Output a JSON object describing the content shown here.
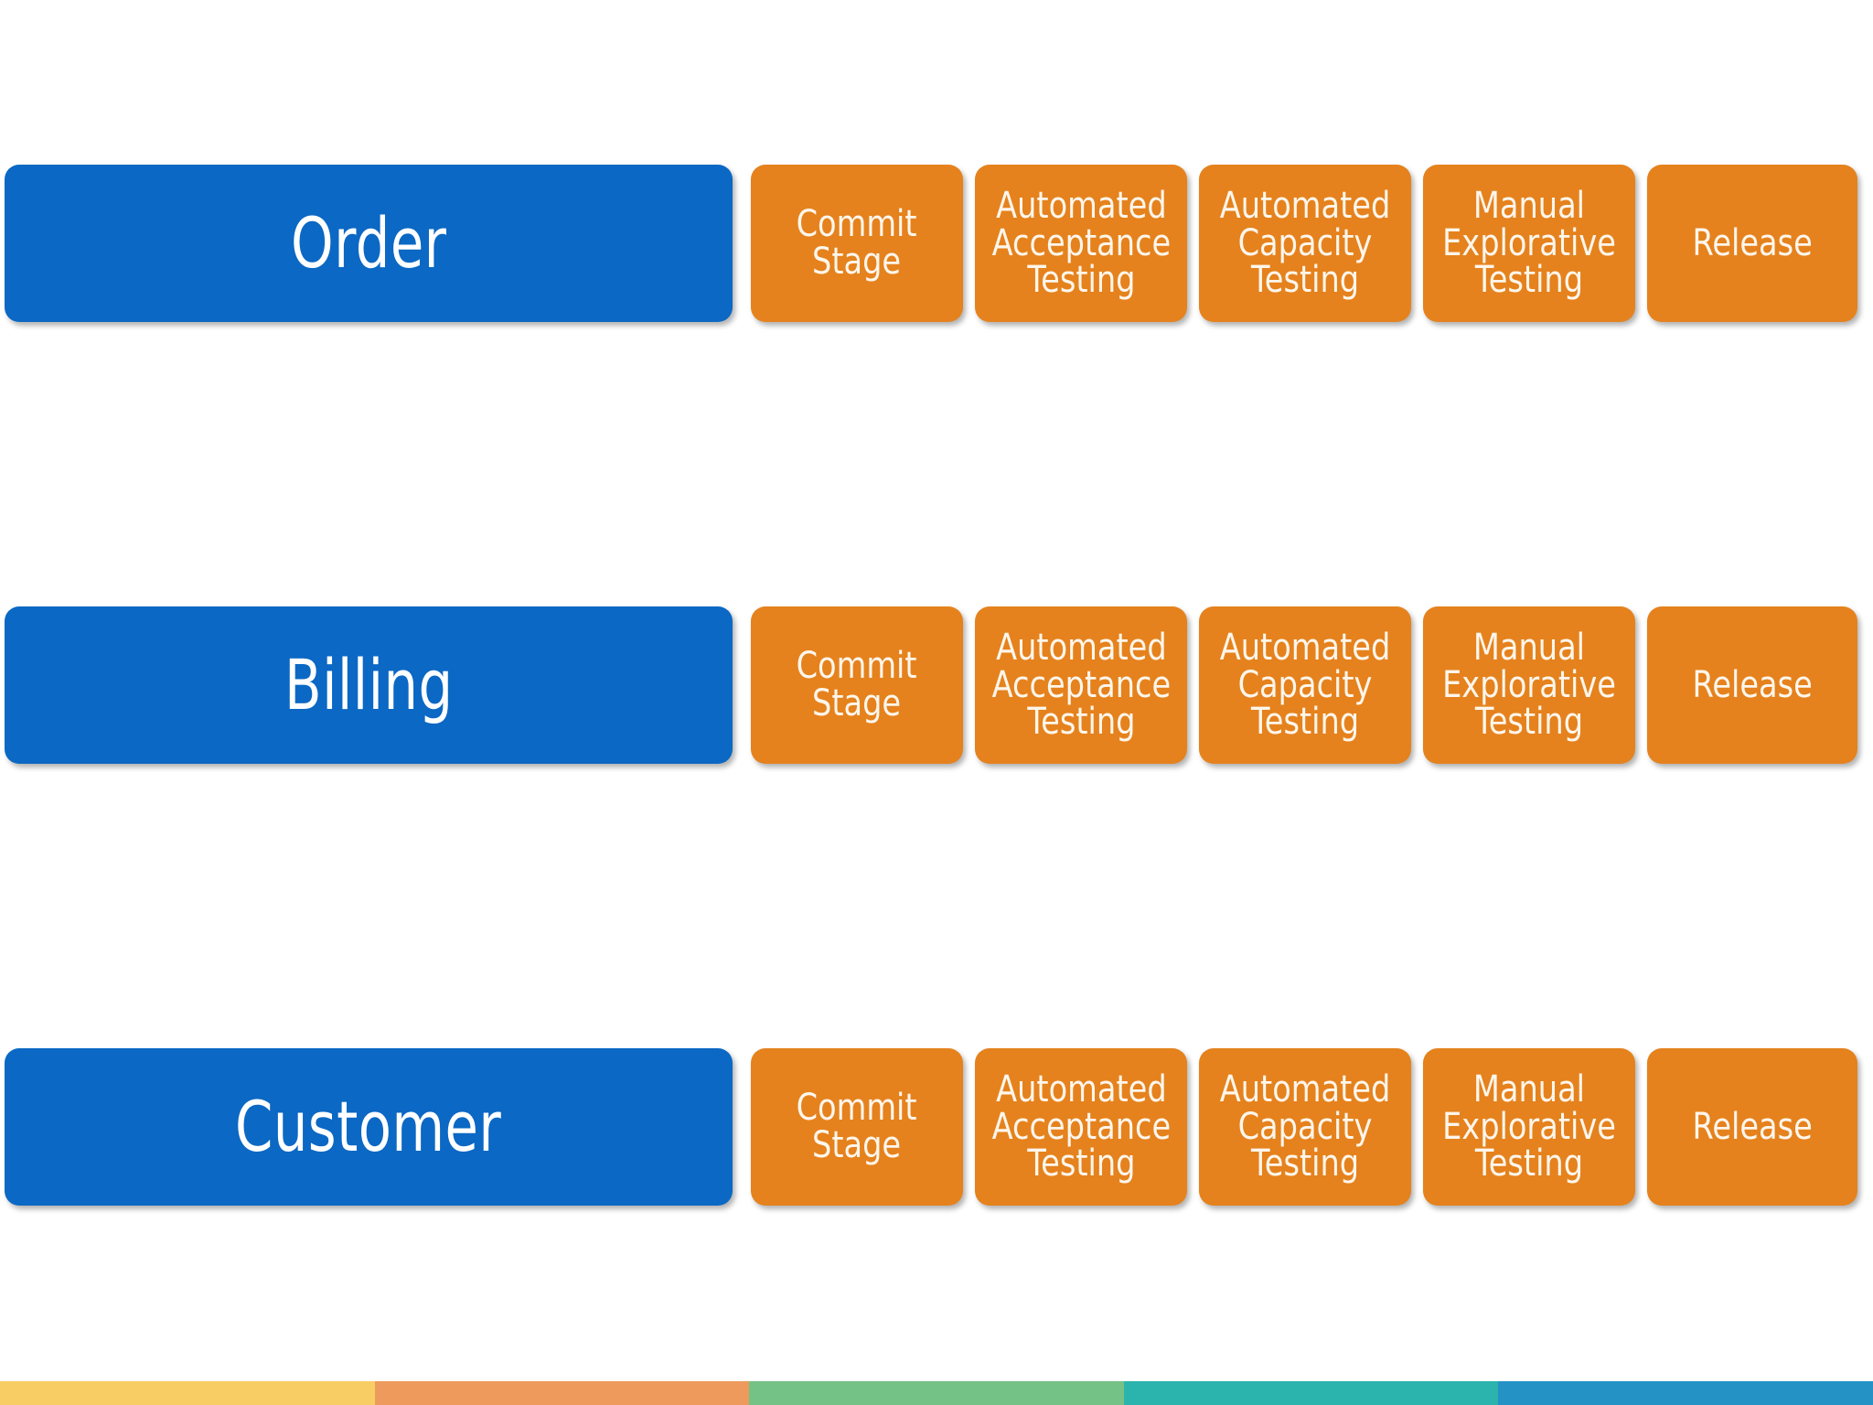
{
  "slide": {
    "background_color": "#ffffff",
    "service_color": "#0b68c4",
    "stage_color": "#e5821d",
    "text_color": "#ffffff"
  },
  "rows": [
    {
      "service": "Order",
      "stages": [
        "Commit\nStage",
        "Automated\nAcceptance\nTesting",
        "Automated\nCapacity\nTesting",
        "Manual\nExplorative\nTesting",
        "Release"
      ]
    },
    {
      "service": "Billing",
      "stages": [
        "Commit\nStage",
        "Automated\nAcceptance\nTesting",
        "Automated\nCapacity\nTesting",
        "Manual\nExplorative\nTesting",
        "Release"
      ]
    },
    {
      "service": "Customer",
      "stages": [
        "Commit\nStage",
        "Automated\nAcceptance\nTesting",
        "Automated\nCapacity\nTesting",
        "Manual\nExplorative\nTesting",
        "Release"
      ]
    }
  ],
  "footer_bar": {
    "segments": [
      {
        "name": "segment-yellow",
        "color": "#f8cd63"
      },
      {
        "name": "segment-orange",
        "color": "#ed9a5c"
      },
      {
        "name": "segment-green",
        "color": "#74c286"
      },
      {
        "name": "segment-teal",
        "color": "#2bb3ad"
      },
      {
        "name": "segment-blue",
        "color": "#2492c4"
      }
    ]
  }
}
